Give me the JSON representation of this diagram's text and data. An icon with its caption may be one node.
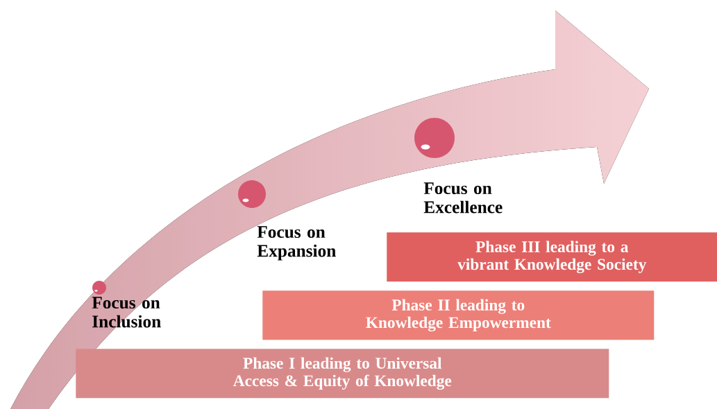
{
  "diagram": {
    "nodes": [
      {
        "text": [
          "Phase III leading to a vibrant Knowledge Society"
        ]
      },
      {
        "text": [
          "Phase II leading to Knowledge Empowerment"
        ]
      },
      {
        "text": [
          "Phase I leading to Universal Access & Equity of Knowledge"
        ]
      }
    ],
    "labels": [
      "Focus on Excellence",
      "Focus on Expansion",
      "Focus on Inclusion"
    ]
  }
}
